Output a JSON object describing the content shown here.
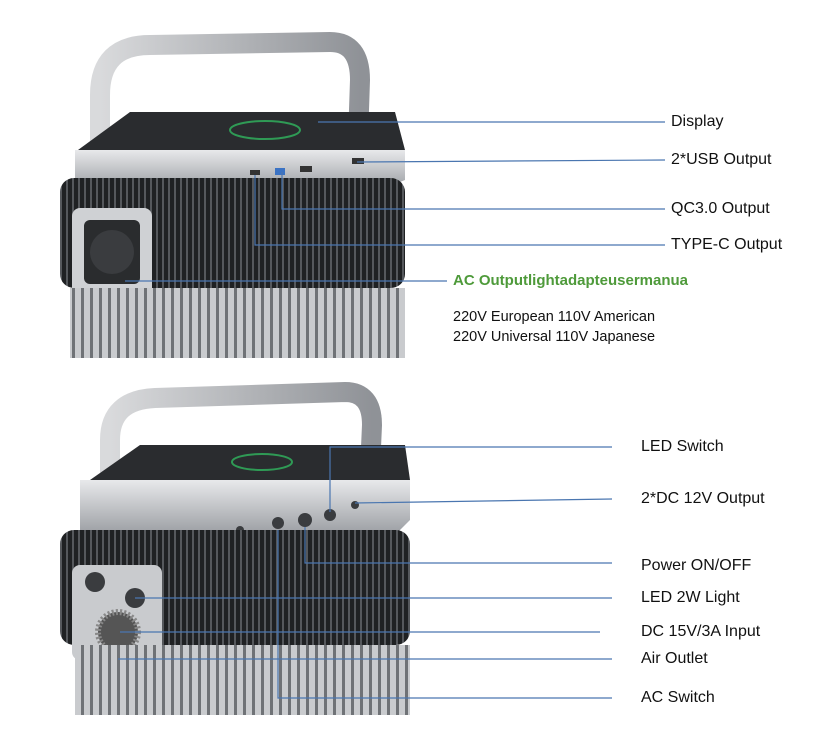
{
  "top_unit": {
    "labels": [
      "Display",
      "2*USB Output",
      "QC3.0 Output",
      "TYPE-C Output"
    ],
    "ac_output_label": "AC Outputlightadapteusermanua",
    "ac_specs": [
      "220V European 110V American",
      "220V Universal 110V Japanese"
    ]
  },
  "bottom_unit": {
    "labels": [
      "LED Switch",
      "2*DC 12V Output",
      "Power ON/OFF",
      "LED 2W Light",
      "DC 15V/3A Input",
      "Air Outlet",
      "AC Switch"
    ]
  },
  "colors": {
    "leader_line": "#4a76b0",
    "accent": "#4e9a3a"
  }
}
